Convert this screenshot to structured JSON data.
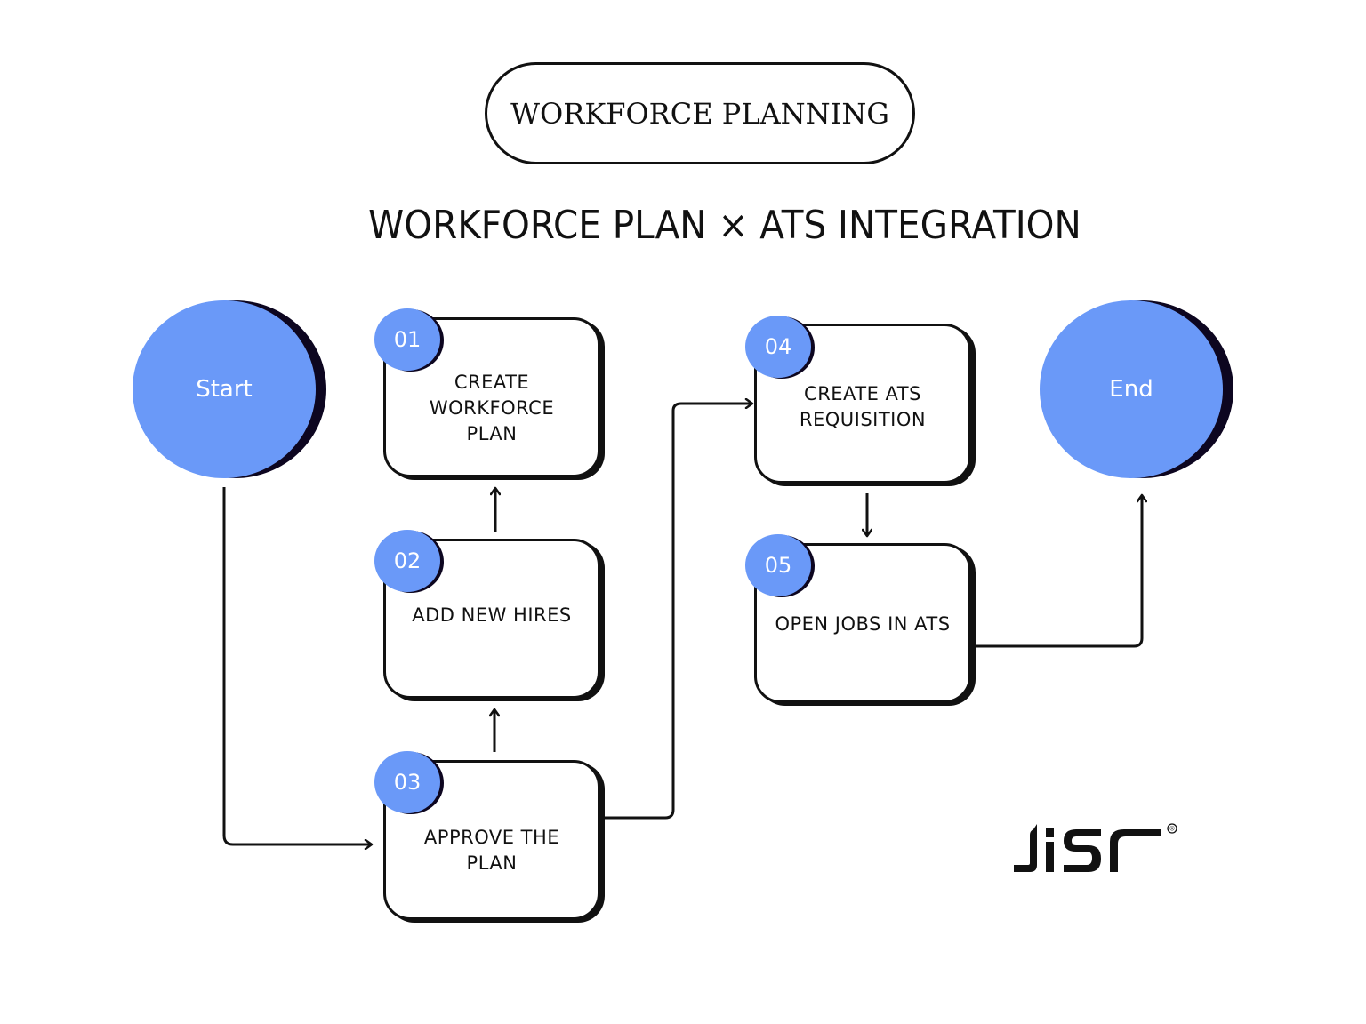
{
  "header": {
    "pill_label": "WORKFORCE PLANNING",
    "title": "WORKFORCE PLAN × ATS INTEGRATION"
  },
  "terminals": {
    "start": "Start",
    "end": "End"
  },
  "steps": [
    {
      "number": "01",
      "label": "CREATE\nWORKFORCE\nPLAN"
    },
    {
      "number": "02",
      "label": "ADD NEW HIRES"
    },
    {
      "number": "03",
      "label": "APPROVE THE\nPLAN"
    },
    {
      "number": "04",
      "label": "CREATE ATS\nREQUISITION"
    },
    {
      "number": "05",
      "label": "OPEN JOBS IN ATS"
    }
  ],
  "flow": [
    {
      "from": "Start",
      "to": "03"
    },
    {
      "from": "03",
      "to": "02"
    },
    {
      "from": "02",
      "to": "01"
    },
    {
      "from": "03",
      "to": "04"
    },
    {
      "from": "04",
      "to": "05"
    },
    {
      "from": "05",
      "to": "End"
    }
  ],
  "logo": {
    "text": "JISR",
    "mark": "®"
  },
  "colors": {
    "accent_blue": "#6a99f8",
    "shadow_navy": "#0d0620",
    "ink": "#111111",
    "background": "#ffffff"
  }
}
